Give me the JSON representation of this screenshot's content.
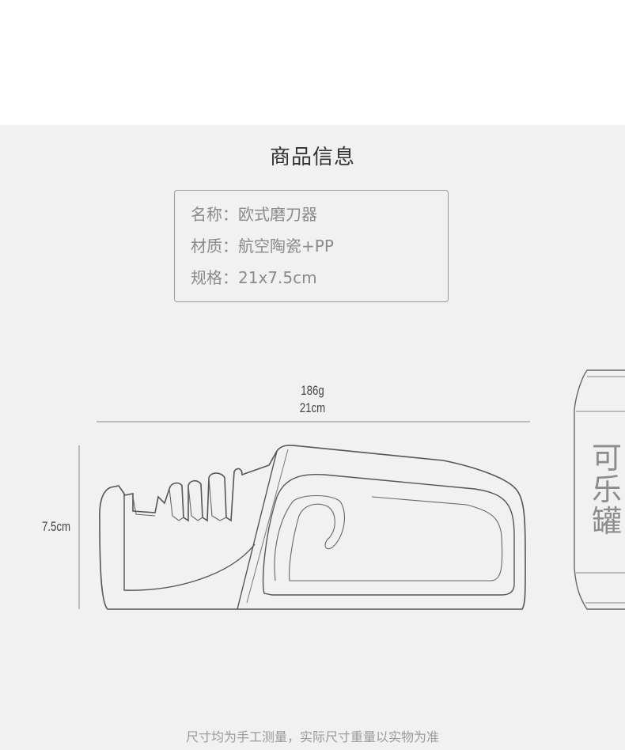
{
  "section": {
    "title": "商品信息"
  },
  "info": {
    "rows": [
      "名称：欧式磨刀器",
      "材质：航空陶瓷+PP",
      "规格：21x7.5cm"
    ]
  },
  "dimensions": {
    "weight": "186g",
    "length": "21cm",
    "height": "7.5cm"
  },
  "can": {
    "chars": [
      "可",
      "乐",
      "罐"
    ]
  },
  "footer": {
    "note": "尺寸均为手工测量，实际尺寸重量以实物为准"
  }
}
